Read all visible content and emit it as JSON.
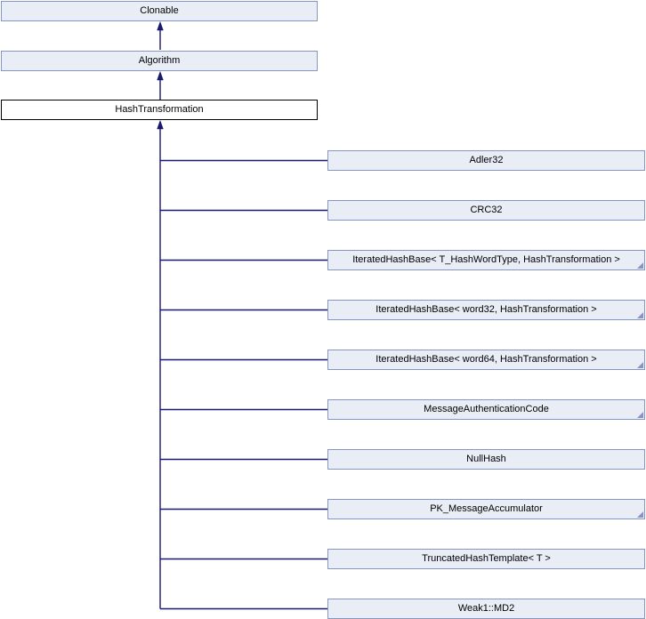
{
  "graph": {
    "ancestors": [
      {
        "label": "Clonable"
      },
      {
        "label": "Algorithm"
      }
    ],
    "main": {
      "label": "HashTransformation"
    },
    "derived": [
      {
        "label": "Adler32",
        "truncated": false
      },
      {
        "label": "CRC32",
        "truncated": false
      },
      {
        "label": "IteratedHashBase< T_HashWordType, HashTransformation >",
        "truncated": true
      },
      {
        "label": "IteratedHashBase< word32, HashTransformation >",
        "truncated": true
      },
      {
        "label": "IteratedHashBase< word64, HashTransformation >",
        "truncated": true
      },
      {
        "label": "MessageAuthenticationCode",
        "truncated": true
      },
      {
        "label": "NullHash",
        "truncated": false
      },
      {
        "label": "PK_MessageAccumulator",
        "truncated": true
      },
      {
        "label": "TruncatedHashTemplate< T >",
        "truncated": false
      },
      {
        "label": "Weak1::MD2",
        "truncated": false
      }
    ]
  },
  "colors": {
    "node_fill": "#E9EDF6",
    "node_border": "#8795C4",
    "main_fill": "#FFFFFF",
    "main_border": "#000000",
    "edge_color": "#191970",
    "text_color": "#000000",
    "background": "#FFFFFF"
  }
}
